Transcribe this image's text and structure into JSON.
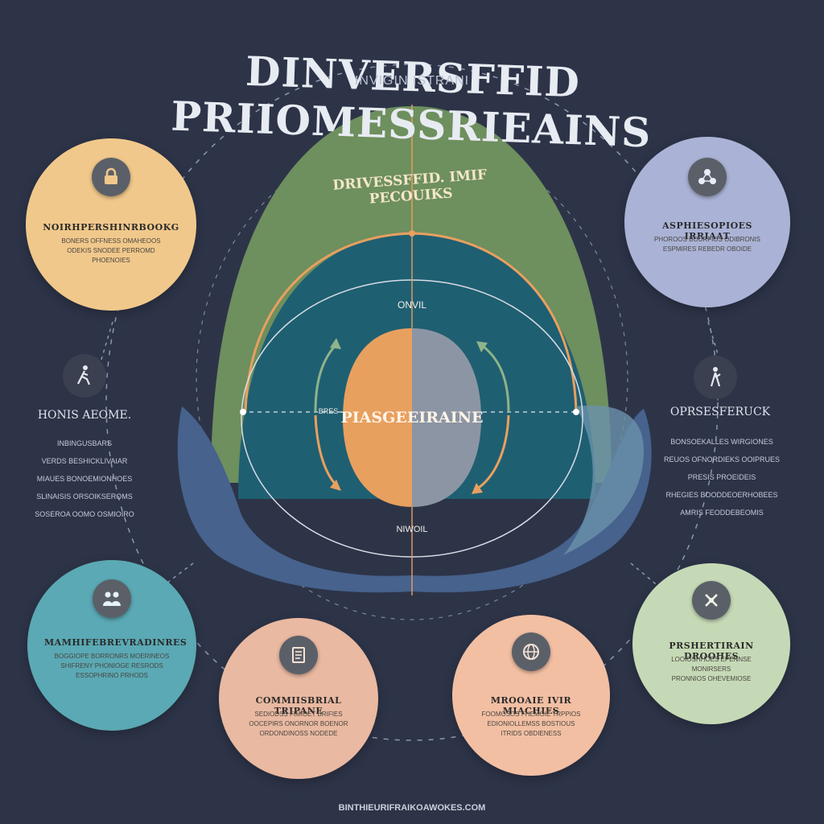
{
  "title": "DINVERSFFID PRIIOMESSRIEAINS",
  "subtitle": "INVIGIN ISTRANI",
  "center": {
    "arc_text": "DRIVESSFFID. IMIF PECOUIKS",
    "top_label": "ONVIL",
    "core_label": "PIASGEEIRAINE",
    "left_label": "BRES",
    "bottom_label": "NIWOIL"
  },
  "bubbles": {
    "top_left": {
      "heading": "NOIRHPERSHINRBOOKG",
      "lines": [
        "BONERS OFFNESS OMAHEOOS",
        "ODEKIS SNODEE PERROMD",
        "PHOENOIES"
      ],
      "icon": "lock-icon"
    },
    "top_right": {
      "heading": "ASPHIESOPIOES IRRIAAT",
      "lines": [
        "PHOROOS BOURFIOS ODIBRONIS",
        "ESPMIRES REBEDR OBOIDE"
      ],
      "icon": "network-icon"
    },
    "bottom_left": {
      "heading": "MAMHIFEBREVRADINRES",
      "lines": [
        "BOGGIOPE BORRONRS MOERINEOS",
        "SHIFRENY PHONIOGE RESRODS",
        "ESSOPHRINO PRHODS"
      ],
      "icon": "people-icon"
    },
    "bottom_mid_left": {
      "heading": "COMMIISBRIAL TRIPANE",
      "lines": [
        "SEDIODSS FIMIOET BRIFIES",
        "OOCEPIRS ONORNOR BOENOR",
        "ORDONDINOSS NODEDE"
      ],
      "icon": "document-icon"
    },
    "bottom_mid_right": {
      "heading": "MROOAIE IVIR MIACHIES",
      "lines": [
        "FOOMOSOS FHEMOIE TRPPIOS",
        "EDIONIOLLEMSS BOSTIOUS",
        "ITRIDS OBDIENESS"
      ],
      "icon": "globe-icon"
    },
    "bottom_right": {
      "heading": "PRSHERTIRAIN DROOHES",
      "lines": [
        "LOOIOSHHOES EPENNSE MONIRSERS",
        "PRONNIOS OHEVEMIOSE"
      ],
      "icon": "cross-icon"
    }
  },
  "side_left": {
    "label": "HONIS AEOME.",
    "lines": [
      "INBINGUSBARS",
      "VERDS BESHICKLIVAIAR",
      "MIAUES BONOEMIONHOES",
      "SLINAISIS ORSOIKSEROMS",
      "SOSEROA OOMO OSMIOIRO"
    ],
    "icon": "walker-icon"
  },
  "side_right": {
    "label": "OPRSESFERUCK",
    "lines": [
      "BONSOEKALLES WIRGIONES",
      "REUOS OFNORDIEKS OOIPRUES",
      "PRESIS PROEIDEIS",
      "RHEGIES BOODDEOERHOBEES",
      "AMRIS FEODDEBEOMIS"
    ],
    "icon": "person-icon"
  },
  "footer": "BINTHIEURIFRAIKOAWOKES.COM",
  "colors": {
    "background": "#2d3448",
    "green_dome": "#6e8f5e",
    "teal_dome": "#1f5f72",
    "blue_wave": "#46628d",
    "orange": "#e8a05f",
    "gray": "#8c95a3",
    "peach": "#f1c88b",
    "lavender": "#aab3d6",
    "teal": "#5aa9b4",
    "pink": "#e9b9a1",
    "sage": "#c6d9b6"
  }
}
